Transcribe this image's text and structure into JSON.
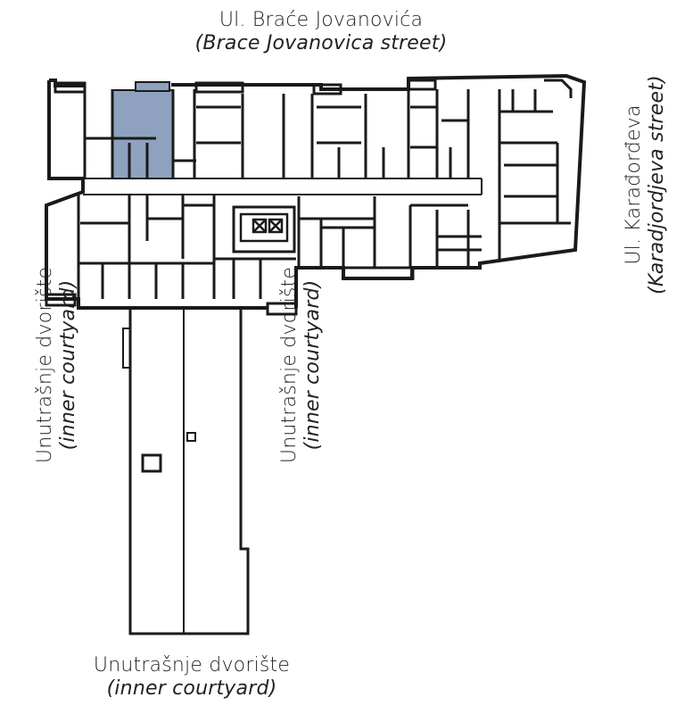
{
  "labels": {
    "top_street": "Ul. Braće Jovanovića",
    "top_street_en": "(Brace Jovanovica street)",
    "right_street": "Ul. Karađorđeva",
    "right_street_en": "(Karadjordjeva street)",
    "courtyard": "Unutrašnje dvorište",
    "courtyard_en": "(inner courtyard)"
  },
  "colors": {
    "highlight": "#8ea2bf",
    "wall": "#1a1a1a"
  }
}
